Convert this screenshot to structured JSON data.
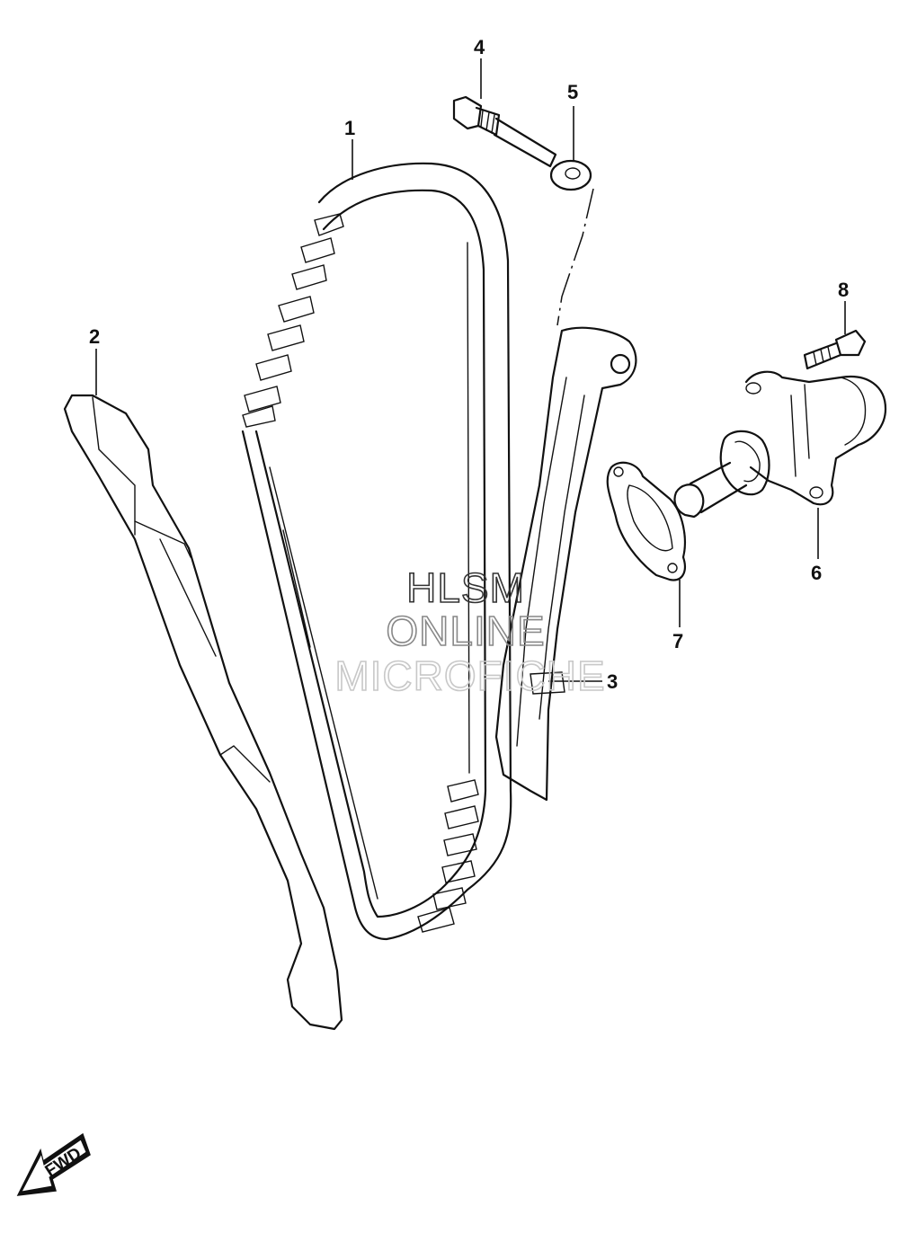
{
  "diagram": {
    "callouts": [
      {
        "id": "1",
        "label": "1"
      },
      {
        "id": "2",
        "label": "2"
      },
      {
        "id": "3",
        "label": "3"
      },
      {
        "id": "4",
        "label": "4"
      },
      {
        "id": "5",
        "label": "5"
      },
      {
        "id": "6",
        "label": "6"
      },
      {
        "id": "7",
        "label": "7"
      },
      {
        "id": "8",
        "label": "8"
      }
    ],
    "watermark": {
      "line1": "HLSM",
      "line2": "ONLINE",
      "line3": "MICROFICHE",
      "colors": [
        "#333333",
        "#888888",
        "#c8c8c8"
      ]
    },
    "fwd_label": "FWD"
  }
}
